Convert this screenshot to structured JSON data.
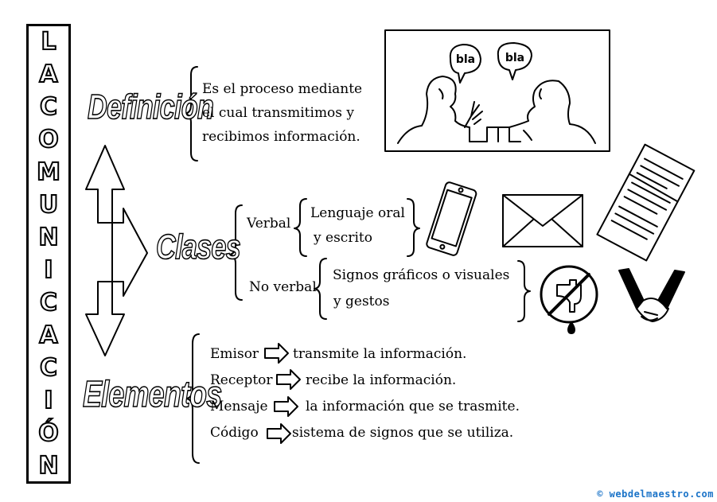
{
  "vertical_title": [
    "L",
    "A",
    "C",
    "O",
    "M",
    "U",
    "N",
    "I",
    "C",
    "A",
    "C",
    "I",
    "Ó",
    "N"
  ],
  "definicion": {
    "heading": "Definición",
    "lines": [
      "Es el proceso mediante",
      "el cual transmitimos y",
      "recibimos información."
    ],
    "illustration_text": [
      "bla",
      "bla"
    ]
  },
  "clases": {
    "heading": "Clases",
    "verbal": {
      "label": "Verbal",
      "lines": [
        "Lenguaje oral",
        "y escrito"
      ]
    },
    "no_verbal": {
      "label": "No verbal",
      "lines": [
        "Signos gráficos o visuales",
        "y gestos"
      ]
    }
  },
  "elementos": {
    "heading": "Elementos",
    "items": [
      {
        "term": "Emisor",
        "desc": "transmite la información."
      },
      {
        "term": "Receptor",
        "desc": "recibe la información."
      },
      {
        "term": "Mensaje",
        "desc": "la información que se trasmite."
      },
      {
        "term": "Código",
        "desc": "sistema de signos que se utiliza."
      }
    ]
  },
  "footer": "© webdelmaestro.com",
  "colors": {
    "ink": "#000000",
    "footer": "#1a73c8"
  },
  "icons": [
    "speech-bubble-icon",
    "smartphone-icon",
    "envelope-icon",
    "newspaper-icon",
    "no-tap-sign-icon",
    "handshake-icon",
    "right-arrow-icon",
    "double-arrow-icon"
  ]
}
